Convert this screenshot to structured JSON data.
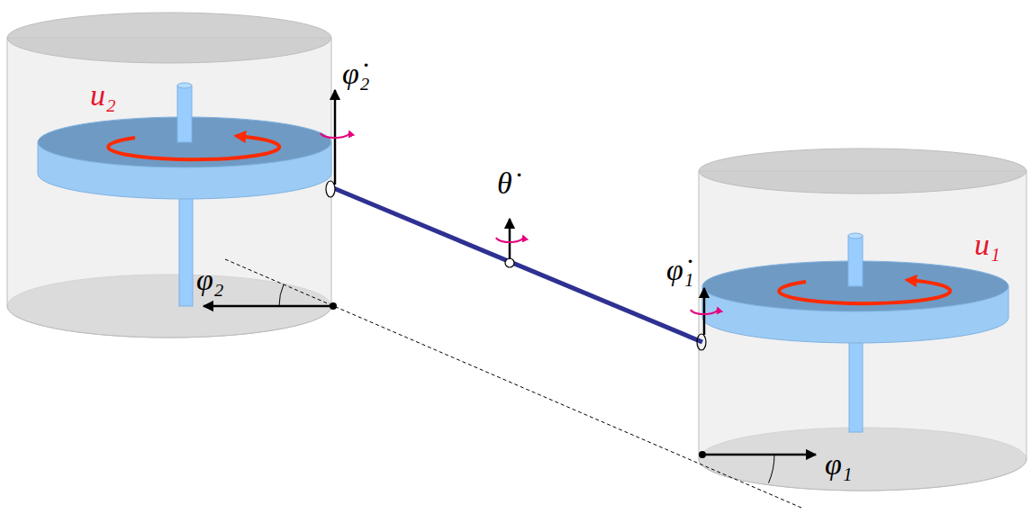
{
  "diagram": {
    "labels": [
      "u₂",
      "φ̇₂",
      "θ̇",
      "φ̇₁",
      "u₁",
      "φ₂",
      "φ₁"
    ]
  }
}
